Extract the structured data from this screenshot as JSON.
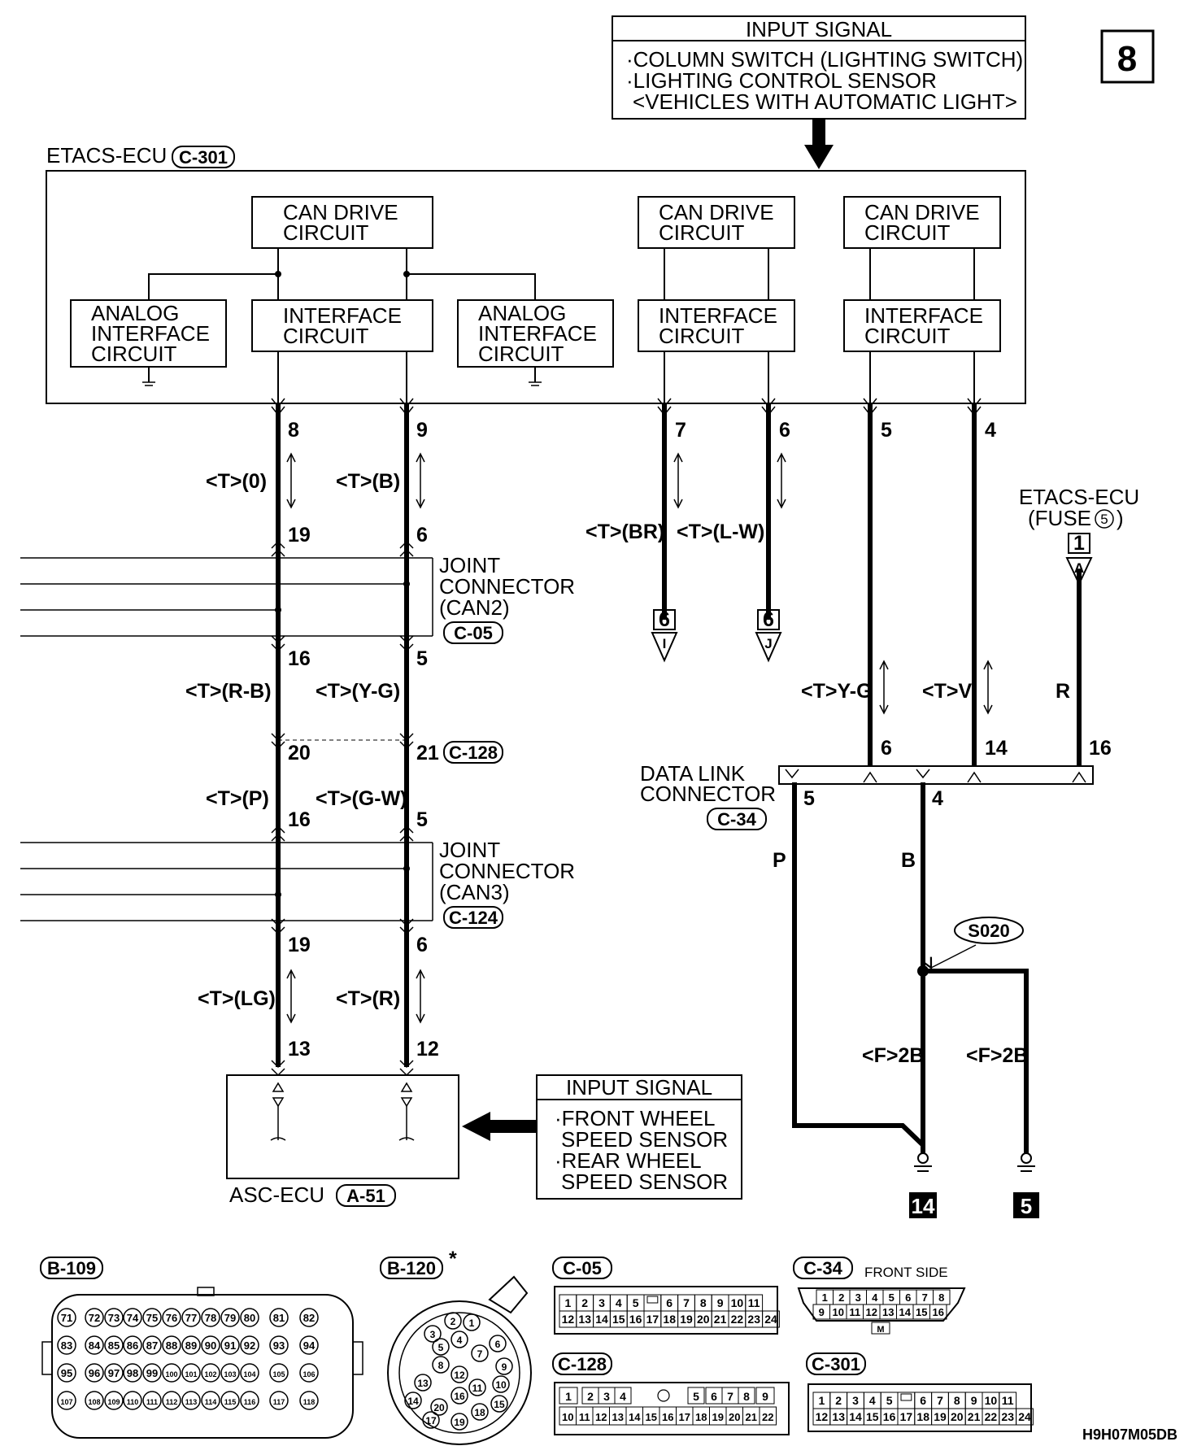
{
  "page_number": "8",
  "drawing_code": "H9H07M05DB",
  "top_input": {
    "title": "INPUT SIGNAL",
    "lines": [
      "·COLUMN SWITCH (LIGHTING SWITCH)",
      "·LIGHTING CONTROL SENSOR",
      "<VEHICLES WITH AUTOMATIC LIGHT>"
    ]
  },
  "etacs": {
    "label": "ETACS-ECU",
    "code": "C-301"
  },
  "blocks": {
    "can_drive_1": [
      "CAN DRIVE",
      "CIRCUIT"
    ],
    "can_drive_2": [
      "CAN DRIVE",
      "CIRCUIT"
    ],
    "can_drive_3": [
      "CAN DRIVE",
      "CIRCUIT"
    ],
    "analog_1": [
      "ANALOG",
      "INTERFACE",
      "CIRCUIT"
    ],
    "interface_1": [
      "INTERFACE",
      "CIRCUIT"
    ],
    "analog_2": [
      "ANALOG",
      "INTERFACE",
      "CIRCUIT"
    ],
    "interface_2": [
      "INTERFACE",
      "CIRCUIT"
    ],
    "interface_3": [
      "INTERFACE",
      "CIRCUIT"
    ]
  },
  "etacs_pins": [
    "8",
    "9",
    "7",
    "6",
    "5",
    "4"
  ],
  "wire_labels": {
    "w_0": "<T>(0)",
    "w_b": "<T>(B)",
    "w_br": "<T>(BR)",
    "w_lw": "<T>(L-W)",
    "w_rb": "<T>(R-B)",
    "w_yg": "<T>(Y-G)",
    "w_p": "<T>(P)",
    "w_gw": "<T>(G-W)",
    "w_lg": "<T>(LG)",
    "w_r": "<T>(R)",
    "w_tyg": "<T>Y-G",
    "w_tv": "<T>V",
    "w_rr": "R",
    "w_pp": "P",
    "w_bb": "B",
    "w_f2b_1": "<F>2B",
    "w_f2b_2": "<F>2B"
  },
  "pins": {
    "p19a": "19",
    "p6a": "6",
    "p16a": "16",
    "p5a": "5",
    "p20": "20",
    "p21": "21",
    "p16b": "16",
    "p5b": "5",
    "p19b": "19",
    "p6b": "6",
    "p13": "13",
    "p12": "12",
    "dlc6": "6",
    "dlc14": "14",
    "dlc16": "16",
    "dlc5": "5",
    "dlc4": "4"
  },
  "joint_can2": {
    "lines": [
      "JOINT",
      "CONNECTOR",
      "(CAN2)"
    ],
    "code": "C-05"
  },
  "joint_can3": {
    "lines": [
      "JOINT",
      "CONNECTOR",
      "(CAN3)"
    ],
    "code": "C-124"
  },
  "c128_code": "C-128",
  "refs": {
    "r1_num": "6",
    "r1_let": "I",
    "r2_num": "6",
    "r2_let": "J",
    "r3_num": "1",
    "r3_let": "A"
  },
  "etacs_fuse": {
    "line1": "ETACS-ECU",
    "line2": "(FUSE",
    "fuse_no": "5",
    "line2_end": ")"
  },
  "dlc": {
    "lines": [
      "DATA LINK",
      "CONNECTOR"
    ],
    "code": "C-34"
  },
  "splice": "S020",
  "grounds": [
    "14",
    "5"
  ],
  "asc": {
    "label": "ASC-ECU",
    "code": "A-51"
  },
  "bottom_input": {
    "title": "INPUT SIGNAL",
    "lines": [
      "·FRONT WHEEL",
      "SPEED SENSOR",
      "·REAR WHEEL",
      "SPEED SENSOR"
    ]
  },
  "connectors": {
    "b109": "B-109",
    "b120": "B-120",
    "b120_mark": "*",
    "c05": "C-05",
    "c34": "C-34",
    "c34_note": "FRONT SIDE",
    "c128": "C-128",
    "c301": "C-301",
    "b109_rows": [
      [
        "71",
        "72",
        "73",
        "74",
        "75",
        "76",
        "77",
        "78",
        "79",
        "80",
        "81",
        "82"
      ],
      [
        "83",
        "84",
        "85",
        "86",
        "87",
        "88",
        "89",
        "90",
        "91",
        "92",
        "93",
        "94"
      ],
      [
        "95",
        "96",
        "97",
        "98",
        "99",
        "100",
        "101",
        "102",
        "103",
        "104",
        "105",
        "106"
      ],
      [
        "107",
        "108",
        "109",
        "110",
        "111",
        "112",
        "113",
        "114",
        "115",
        "116",
        "117",
        "118"
      ]
    ],
    "c05_rows": [
      [
        "1",
        "2",
        "3",
        "4",
        "5",
        "",
        "6",
        "7",
        "8",
        "9",
        "10",
        "11"
      ],
      [
        "12",
        "13",
        "14",
        "15",
        "16",
        "17",
        "18",
        "19",
        "20",
        "21",
        "22",
        "23",
        "24"
      ]
    ],
    "c301_rows": [
      [
        "1",
        "2",
        "3",
        "4",
        "5",
        "",
        "6",
        "7",
        "8",
        "9",
        "10",
        "11"
      ],
      [
        "12",
        "13",
        "14",
        "15",
        "16",
        "17",
        "18",
        "19",
        "20",
        "21",
        "22",
        "23",
        "24"
      ]
    ],
    "c34_rows": [
      [
        "1",
        "2",
        "3",
        "4",
        "5",
        "6",
        "7",
        "8"
      ],
      [
        "9",
        "10",
        "11",
        "12",
        "13",
        "14",
        "15",
        "16"
      ]
    ],
    "c34_key": "M",
    "c128_row1": [
      "1",
      "2",
      "3",
      "4",
      "",
      "5",
      "6",
      "7",
      "8",
      "9"
    ],
    "c128_row2": [
      "10",
      "11",
      "12",
      "13",
      "14",
      "15",
      "16",
      "17",
      "18",
      "19",
      "20",
      "21",
      "22"
    ],
    "b120_pins": [
      "1",
      "2",
      "3",
      "4",
      "5",
      "6",
      "7",
      "8",
      "9",
      "10",
      "11",
      "12",
      "13",
      "14",
      "15",
      "16",
      "17",
      "18",
      "19",
      "20"
    ]
  }
}
